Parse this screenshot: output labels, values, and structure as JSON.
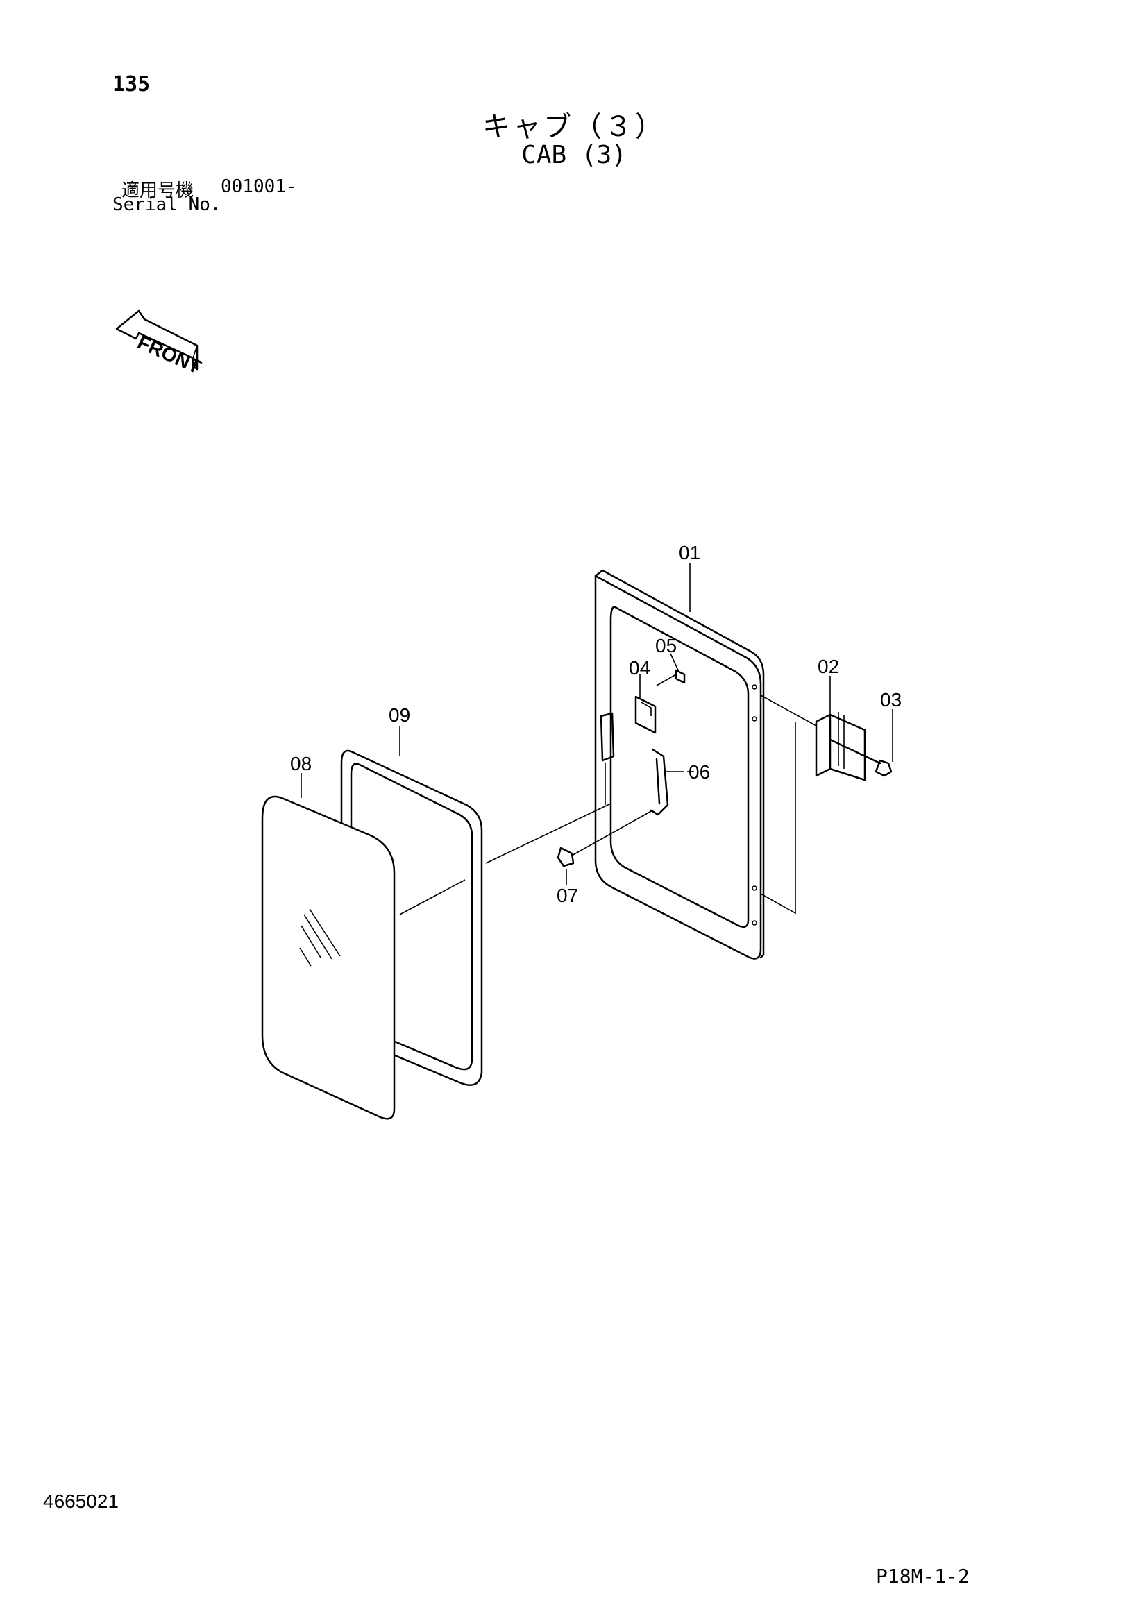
{
  "header": {
    "page_number": "135",
    "title_ja": "キャブ（３）",
    "title_en": "CAB (3)",
    "serial_label_ja": "適用号機",
    "serial_range": "001001-",
    "serial_label_en": "Serial No."
  },
  "front_arrow": {
    "label": "FRONT"
  },
  "parts": [
    {
      "id": "01",
      "label": "01"
    },
    {
      "id": "02",
      "label": "02"
    },
    {
      "id": "03",
      "label": "03"
    },
    {
      "id": "04",
      "label": "04"
    },
    {
      "id": "05",
      "label": "05"
    },
    {
      "id": "06",
      "label": "06"
    },
    {
      "id": "07",
      "label": "07"
    },
    {
      "id": "08",
      "label": "08"
    },
    {
      "id": "09",
      "label": "09"
    }
  ],
  "footer": {
    "doc_code": "4665021",
    "sheet_ref": "P18M-1-2"
  }
}
